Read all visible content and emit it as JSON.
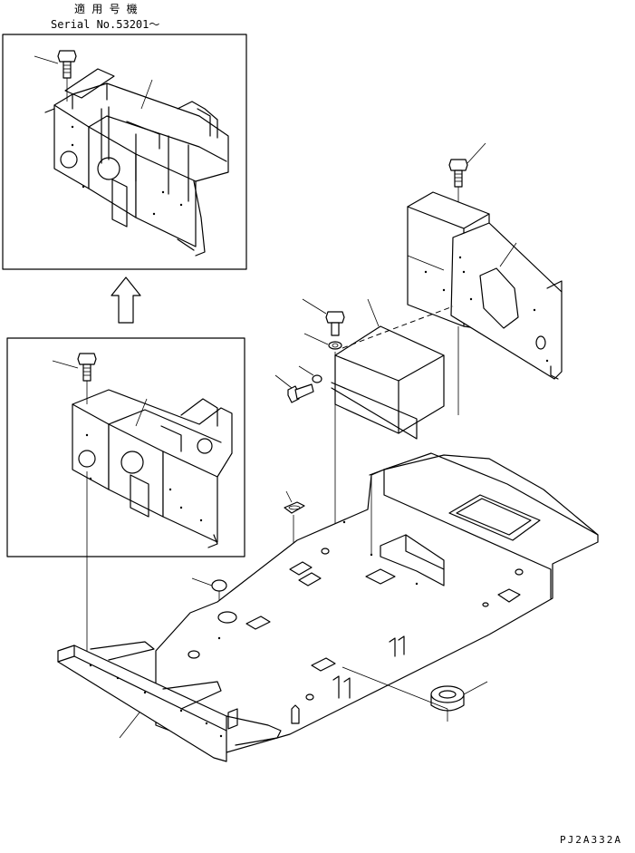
{
  "header": {
    "applicability_label": "適 用 号 機",
    "serial_label": "Serial No.53201〜"
  },
  "footer": {
    "drawing_code": "PJ2A332A"
  }
}
